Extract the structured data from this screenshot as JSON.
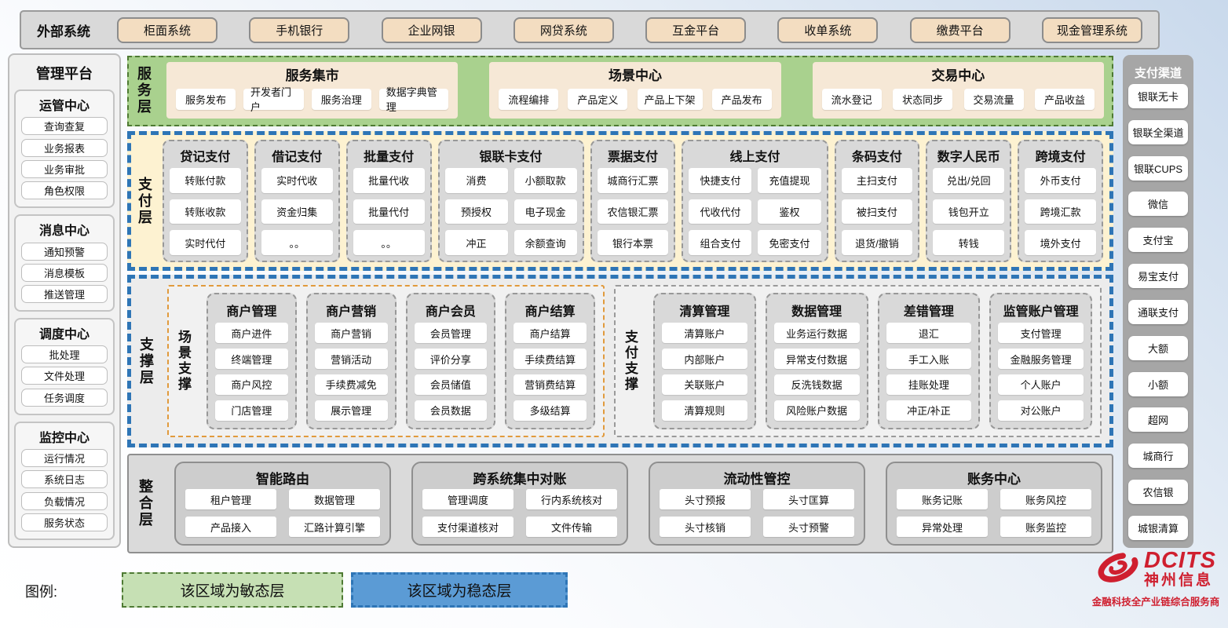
{
  "external_systems": {
    "label": "外部系统",
    "items": [
      "柜面系统",
      "手机银行",
      "企业网银",
      "网贷系统",
      "互金平台",
      "收单系统",
      "缴费平台",
      "现金管理系统"
    ]
  },
  "management_platform": {
    "title": "管理平台",
    "groups": [
      {
        "title": "运管中心",
        "items": [
          "查询查复",
          "业务报表",
          "业务审批",
          "角色权限"
        ]
      },
      {
        "title": "消息中心",
        "items": [
          "通知预警",
          "消息模板",
          "推送管理"
        ]
      },
      {
        "title": "调度中心",
        "items": [
          "批处理",
          "文件处理",
          "任务调度"
        ]
      },
      {
        "title": "监控中心",
        "items": [
          "运行情况",
          "系统日志",
          "负载情况",
          "服务状态"
        ]
      }
    ]
  },
  "service_layer": {
    "label": "服务层",
    "panels": [
      {
        "title": "服务集市",
        "items": [
          "服务发布",
          "开发者门户",
          "服务治理",
          "数据字典管理"
        ]
      },
      {
        "title": "场景中心",
        "items": [
          "流程编排",
          "产品定义",
          "产品上下架",
          "产品发布"
        ]
      },
      {
        "title": "交易中心",
        "items": [
          "流水登记",
          "状态同步",
          "交易流量",
          "产品收益"
        ]
      }
    ]
  },
  "payment_layer": {
    "label": "支付层",
    "columns": [
      {
        "title": "贷记支付",
        "cols": 1,
        "items": [
          "转账付款",
          "转账收款",
          "实时代付"
        ]
      },
      {
        "title": "借记支付",
        "cols": 1,
        "items": [
          "实时代收",
          "资金归集",
          "。。"
        ]
      },
      {
        "title": "批量支付",
        "cols": 1,
        "items": [
          "批量代收",
          "批量代付",
          "。。"
        ]
      },
      {
        "title": "银联卡支付",
        "cols": 2,
        "items": [
          "消费",
          "小额取款",
          "预授权",
          "电子现金",
          "冲正",
          "余额查询"
        ]
      },
      {
        "title": "票据支付",
        "cols": 1,
        "items": [
          "城商行汇票",
          "农信银汇票",
          "银行本票"
        ]
      },
      {
        "title": "线上支付",
        "cols": 2,
        "items": [
          "快捷支付",
          "充值提现",
          "代收代付",
          "鉴权",
          "组合支付",
          "免密支付"
        ]
      },
      {
        "title": "条码支付",
        "cols": 1,
        "items": [
          "主扫支付",
          "被扫支付",
          "退货/撤销"
        ]
      },
      {
        "title": "数字人民币",
        "cols": 1,
        "items": [
          "兑出/兑回",
          "钱包开立",
          "转钱"
        ]
      },
      {
        "title": "跨境支付",
        "cols": 1,
        "items": [
          "外币支付",
          "跨境汇款",
          "境外支付"
        ]
      }
    ]
  },
  "support_layer": {
    "label": "支撑层",
    "groups": [
      {
        "label": "场景支撑",
        "columns": [
          {
            "title": "商户管理",
            "items": [
              "商户进件",
              "终端管理",
              "商户风控",
              "门店管理"
            ]
          },
          {
            "title": "商户营销",
            "items": [
              "商户营销",
              "营销活动",
              "手续费减免",
              "展示管理"
            ]
          },
          {
            "title": "商户会员",
            "items": [
              "会员管理",
              "评价分享",
              "会员储值",
              "会员数据"
            ]
          },
          {
            "title": "商户结算",
            "items": [
              "商户结算",
              "手续费结算",
              "营销费结算",
              "多级结算"
            ]
          }
        ]
      },
      {
        "label": "支付支撑",
        "columns": [
          {
            "title": "清算管理",
            "items": [
              "清算账户",
              "内部账户",
              "关联账户",
              "清算规则"
            ]
          },
          {
            "title": "数据管理",
            "items": [
              "业务运行数据",
              "异常支付数据",
              "反洗钱数据",
              "风险账户数据"
            ]
          },
          {
            "title": "差错管理",
            "items": [
              "退汇",
              "手工入账",
              "挂账处理",
              "冲正/补正"
            ]
          },
          {
            "title": "监管账户管理",
            "items": [
              "支付管理",
              "金融服务管理",
              "个人账户",
              "对公账户"
            ]
          }
        ]
      }
    ]
  },
  "integration_layer": {
    "label": "整合层",
    "sections": [
      {
        "title": "智能路由",
        "items": [
          "租户管理",
          "数据管理",
          "产品接入",
          "汇路计算引擎"
        ]
      },
      {
        "title": "跨系统集中对账",
        "items": [
          "管理调度",
          "行内系统核对",
          "支付渠道核对",
          "文件传输"
        ]
      },
      {
        "title": "流动性管控",
        "items": [
          "头寸预报",
          "头寸匡算",
          "头寸核销",
          "头寸预警"
        ]
      },
      {
        "title": "账务中心",
        "items": [
          "账务记账",
          "账务风控",
          "异常处理",
          "账务监控"
        ]
      }
    ]
  },
  "payment_channels": {
    "title": "支付渠道",
    "items": [
      "银联无卡",
      "银联全渠道",
      "银联CUPS",
      "微信",
      "支付宝",
      "易宝支付",
      "通联支付",
      "大额",
      "小额",
      "超网",
      "城商行",
      "农信银",
      "城银清算"
    ]
  },
  "legend": {
    "label": "图例:",
    "agile": "该区域为敏态层",
    "stable": "该区域为稳态层"
  },
  "logo": {
    "name": "DCITS",
    "company": "神州信息",
    "tagline": "金融科技全产业链综合服务商"
  },
  "colors": {
    "agile_green": "#a9d18e",
    "legend_green": "#c6e0b4",
    "stable_blue_border": "#2e75b6",
    "legend_blue": "#5b9bd5",
    "payment_cream": "#fdf2d1",
    "panel_beige": "#f6e8d6",
    "external_button_beige": "#f3ddc1",
    "gray_block": "#d9d9d9",
    "scene_support_orange": "#e19a3c",
    "logo_red": "#cf1f2f"
  }
}
